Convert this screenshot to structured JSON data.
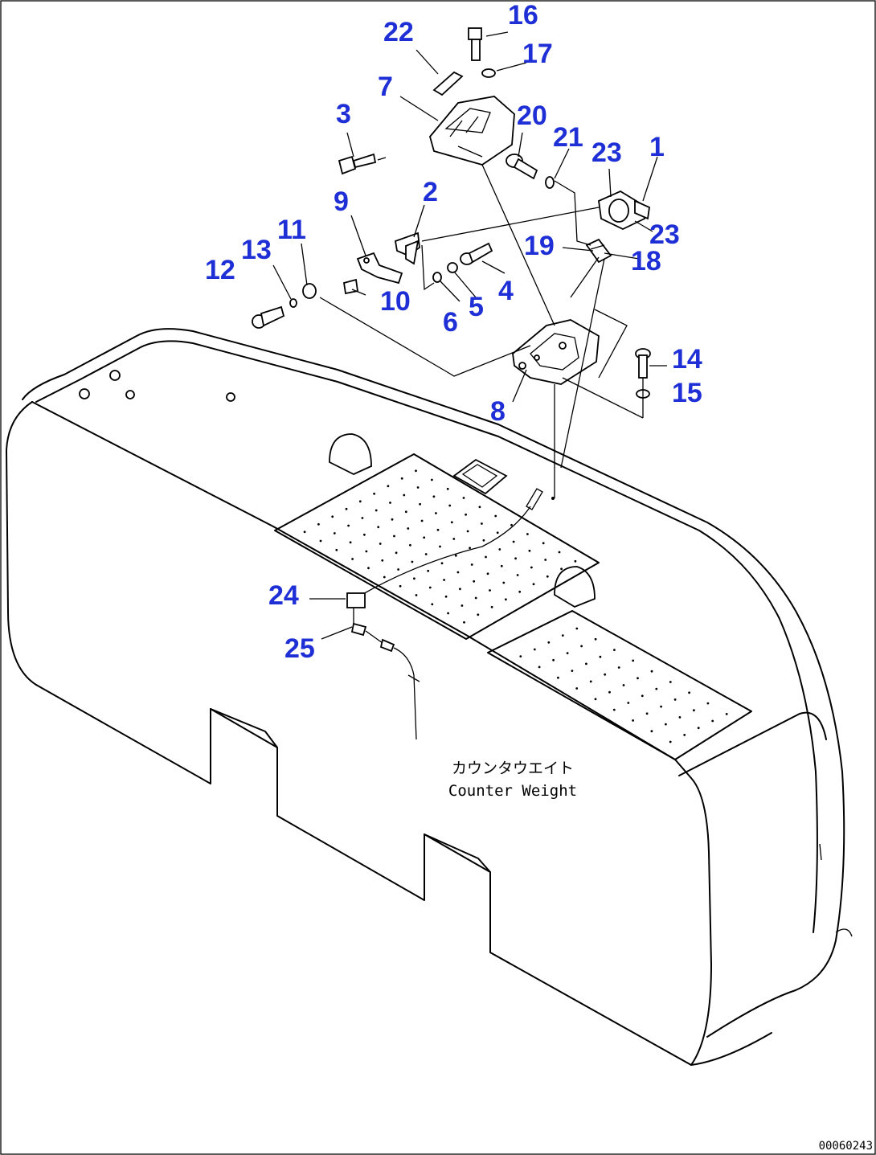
{
  "diagram": {
    "body_label": {
      "jp": "カウンタウエイト",
      "en": "Counter Weight"
    },
    "drawing_code": "00060243",
    "callouts": [
      "1",
      "2",
      "3",
      "4",
      "5",
      "6",
      "7",
      "8",
      "9",
      "10",
      "11",
      "12",
      "13",
      "14",
      "15",
      "16",
      "17",
      "18",
      "19",
      "20",
      "21",
      "22",
      "23",
      "23",
      "24",
      "25"
    ],
    "colors": {
      "callout": "#1f2fd6",
      "line": "#000000",
      "background": "#ffffff"
    }
  }
}
